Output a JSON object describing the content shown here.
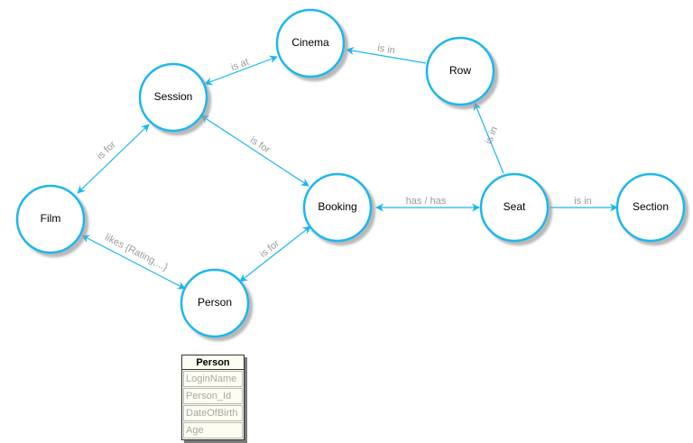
{
  "nodes": {
    "cinema": "Cinema",
    "row": "Row",
    "session": "Session",
    "film": "Film",
    "booking": "Booking",
    "seat": "Seat",
    "section": "Section",
    "person": "Person"
  },
  "edges": {
    "session_cinema": "is at",
    "row_cinema": "is in",
    "seat_row": "is in",
    "session_film": "is for",
    "booking_session": "is for",
    "booking_seat": "has / has",
    "seat_section": "is in",
    "booking_person": "is for",
    "film_person": "likes {Rating,...}"
  },
  "entity": {
    "title": "Person",
    "attributes": [
      "LoginName",
      "Person_Id",
      "DateOfBirth",
      "Age"
    ]
  },
  "colors": {
    "node_stroke": "#1ab6ee",
    "edge_stroke": "#1ab6ee",
    "edge_label": "#9a9a9a"
  }
}
